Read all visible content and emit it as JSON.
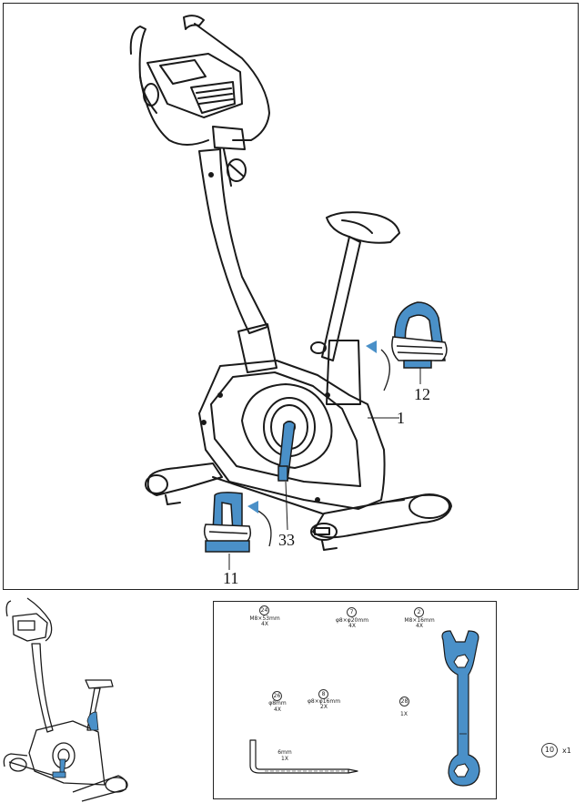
{
  "callouts": {
    "part_1": "1",
    "part_12": "12",
    "part_33": "33",
    "part_11": "11"
  },
  "colors": {
    "accent": "#4a90c8",
    "line": "#1a1a1a"
  },
  "hardware": [
    {
      "number": "24",
      "spec": "M8×53mm",
      "qty": "4X"
    },
    {
      "number": "7",
      "spec": "φ8×φ20mm",
      "qty": "4X"
    },
    {
      "number": "2",
      "spec": "M8×16mm",
      "qty": "4X"
    },
    {
      "number": "26",
      "spec": "φ8mm",
      "qty": "4X"
    },
    {
      "number": "8",
      "spec": "φ8×φ16mm",
      "qty": "2X"
    },
    {
      "number": "28",
      "spec": "",
      "qty": "1X"
    }
  ],
  "allen_key": {
    "spec": "6mm",
    "qty": "1X"
  },
  "wrench": {
    "number": "10",
    "qty": "x1"
  },
  "icons": [
    "exercise-bike-icon",
    "pedal-icon",
    "crank-arm-icon",
    "allen-key-icon",
    "wrench-icon",
    "rotation-arrow-icon"
  ]
}
